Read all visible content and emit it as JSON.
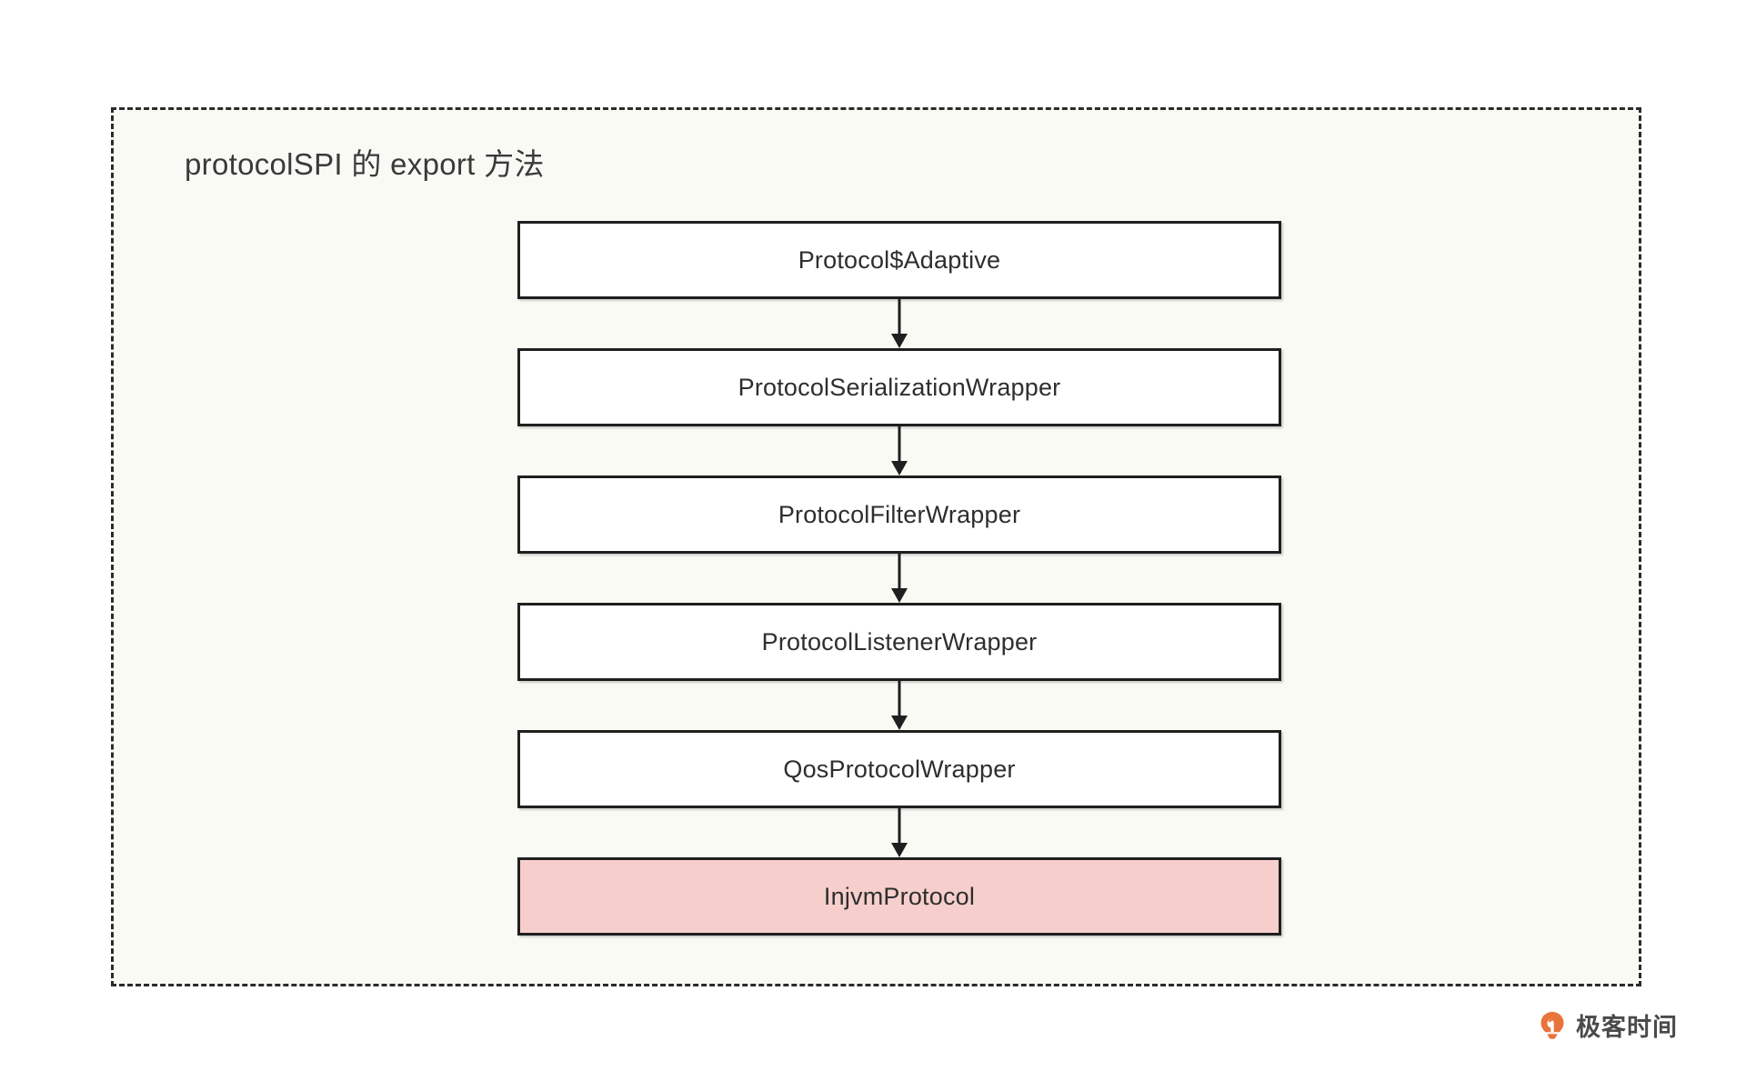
{
  "diagram": {
    "title": "protocolSPI 的 export 方法",
    "container_style": "dashed",
    "background_color": "#fafaf5",
    "border_color": "#2b2b2b",
    "node_border_color": "#1f1f1f",
    "node_fill_color": "#ffffff",
    "highlight_fill_color": "#f6cfcc",
    "nodes": [
      {
        "label": "Protocol$Adaptive",
        "highlight": false
      },
      {
        "label": "ProtocolSerializationWrapper",
        "highlight": false
      },
      {
        "label": "ProtocolFilterWrapper",
        "highlight": false
      },
      {
        "label": "ProtocolListenerWrapper",
        "highlight": false
      },
      {
        "label": "QosProtocolWrapper",
        "highlight": false
      },
      {
        "label": "InjvmProtocol",
        "highlight": true
      }
    ],
    "connectors": [
      {
        "from": "Protocol$Adaptive",
        "to": "ProtocolSerializationWrapper",
        "arrow": "down"
      },
      {
        "from": "ProtocolSerializationWrapper",
        "to": "ProtocolFilterWrapper",
        "arrow": "down"
      },
      {
        "from": "ProtocolFilterWrapper",
        "to": "ProtocolListenerWrapper",
        "arrow": "down"
      },
      {
        "from": "ProtocolListenerWrapper",
        "to": "QosProtocolWrapper",
        "arrow": "down"
      },
      {
        "from": "QosProtocolWrapper",
        "to": "InjvmProtocol",
        "arrow": "down"
      }
    ]
  },
  "watermark": {
    "text": "极客时间",
    "icon": "lightbulb-icon",
    "icon_color": "#e8743b"
  }
}
